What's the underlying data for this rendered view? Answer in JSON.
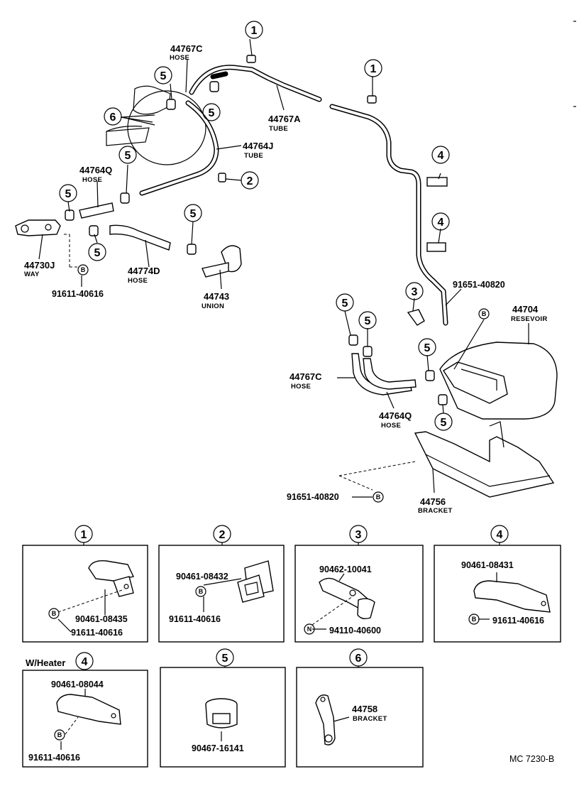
{
  "labels": {
    "p44767C_top": "44767C",
    "hose_top": "HOSE",
    "p44767A": "44767A",
    "tube_a": "TUBE",
    "p44764J": "44764J",
    "tube_j": "TUBE",
    "p44764Q_top": "44764Q",
    "hose_q_top": "HOSE",
    "p44730J": "44730J",
    "way": "WAY",
    "p91611_main": "91611-40616",
    "p44774D": "44774D",
    "hose_d": "HOSE",
    "p44743": "44743",
    "union": "UNION",
    "p91651_upper": "91651-40820",
    "p44704": "44704",
    "reservoir": "RESEVOIR",
    "p44767C_low": "44767C",
    "hose_low_c": "HOSE",
    "p44764Q_low": "44764Q",
    "hose_low_q": "HOSE",
    "p91651_lower": "91651-40820",
    "p44756": "44756",
    "bracket": "BRACKET"
  },
  "callouts": {
    "n1": "1",
    "n2": "2",
    "n3": "3",
    "n4": "4",
    "n5": "5",
    "n6": "6",
    "b": "B",
    "n": "N"
  },
  "details": {
    "d1": {
      "num": "1",
      "a": "90461-08435",
      "b": "91611-40616"
    },
    "d2": {
      "num": "2",
      "a": "90461-08432",
      "b": "91611-40616"
    },
    "d3": {
      "num": "3",
      "a": "90462-10041",
      "b": "94110-40600"
    },
    "d4": {
      "num": "4",
      "a": "90461-08431",
      "b": "91611-40616"
    },
    "d4h": {
      "prefix": "W/Heater",
      "num": "4",
      "a": "90461-08044",
      "b": "91611-40616"
    },
    "d5": {
      "num": "5",
      "a": "90467-16141"
    },
    "d6": {
      "num": "6",
      "a": "44758",
      "b": "BRACKET"
    }
  },
  "footer": {
    "code": "MC  7230-B"
  }
}
